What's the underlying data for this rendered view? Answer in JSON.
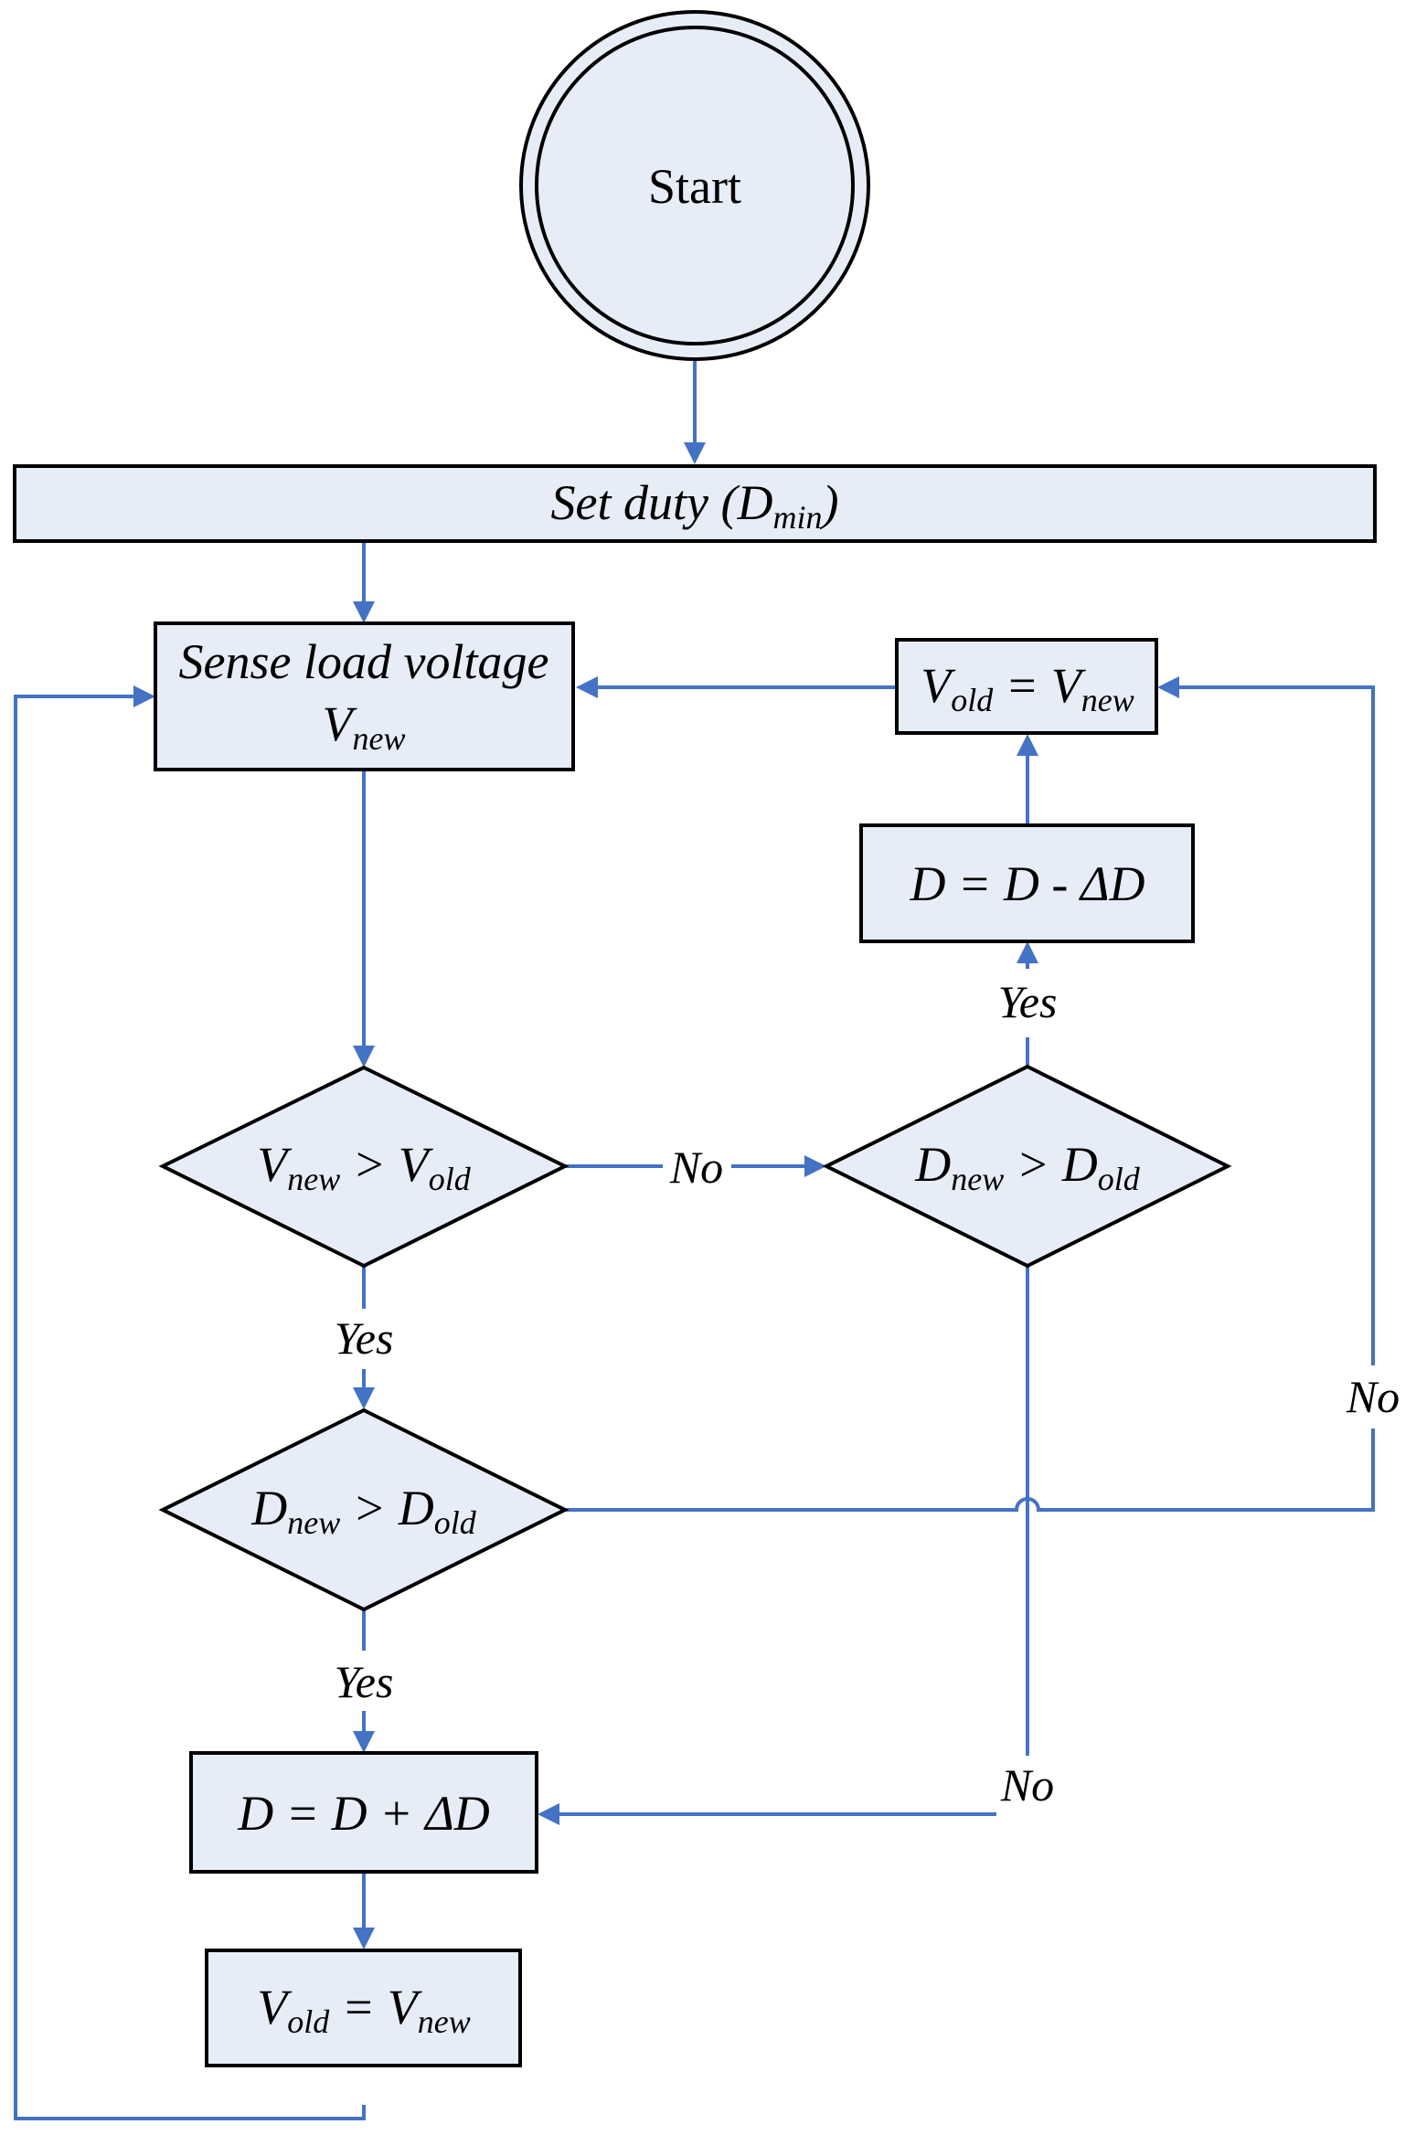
{
  "nodes": {
    "start": "Start",
    "set_duty": {
      "main": "Set duty (D",
      "sub": "min",
      "close": ")"
    },
    "sense": {
      "line1": "Sense load voltage",
      "v": "V",
      "v_sub": "new"
    },
    "top_update": {
      "l": "V",
      "l_sub": "old",
      "op": " = ",
      "r": "V",
      "r_sub": "new"
    },
    "decrement": {
      "text": "D = D - ΔD"
    },
    "decision_v": {
      "l": "V",
      "l_sub": "new",
      "op": " > ",
      "r": "V",
      "r_sub": "old"
    },
    "decision_d_right": {
      "l": "D",
      "l_sub": "new",
      "op": " > ",
      "r": "D",
      "r_sub": "old"
    },
    "decision_d_left": {
      "l": "D",
      "l_sub": "new",
      "op": " >  ",
      "r": "D",
      "r_sub": "old"
    },
    "increment": {
      "text": "D = D + ΔD"
    },
    "bottom_update": {
      "l": "V",
      "l_sub": "old",
      "op": " = ",
      "r": "V",
      "r_sub": "new"
    }
  },
  "edge_labels": {
    "no_middle": "No",
    "yes_right_up": "Yes",
    "no_far_right": "No",
    "yes_first": "Yes",
    "yes_second": "Yes",
    "no_bottom": "No"
  },
  "colors": {
    "node_fill": "#e6edf7",
    "node_stroke": "#000000",
    "connector": "#4472c4"
  }
}
